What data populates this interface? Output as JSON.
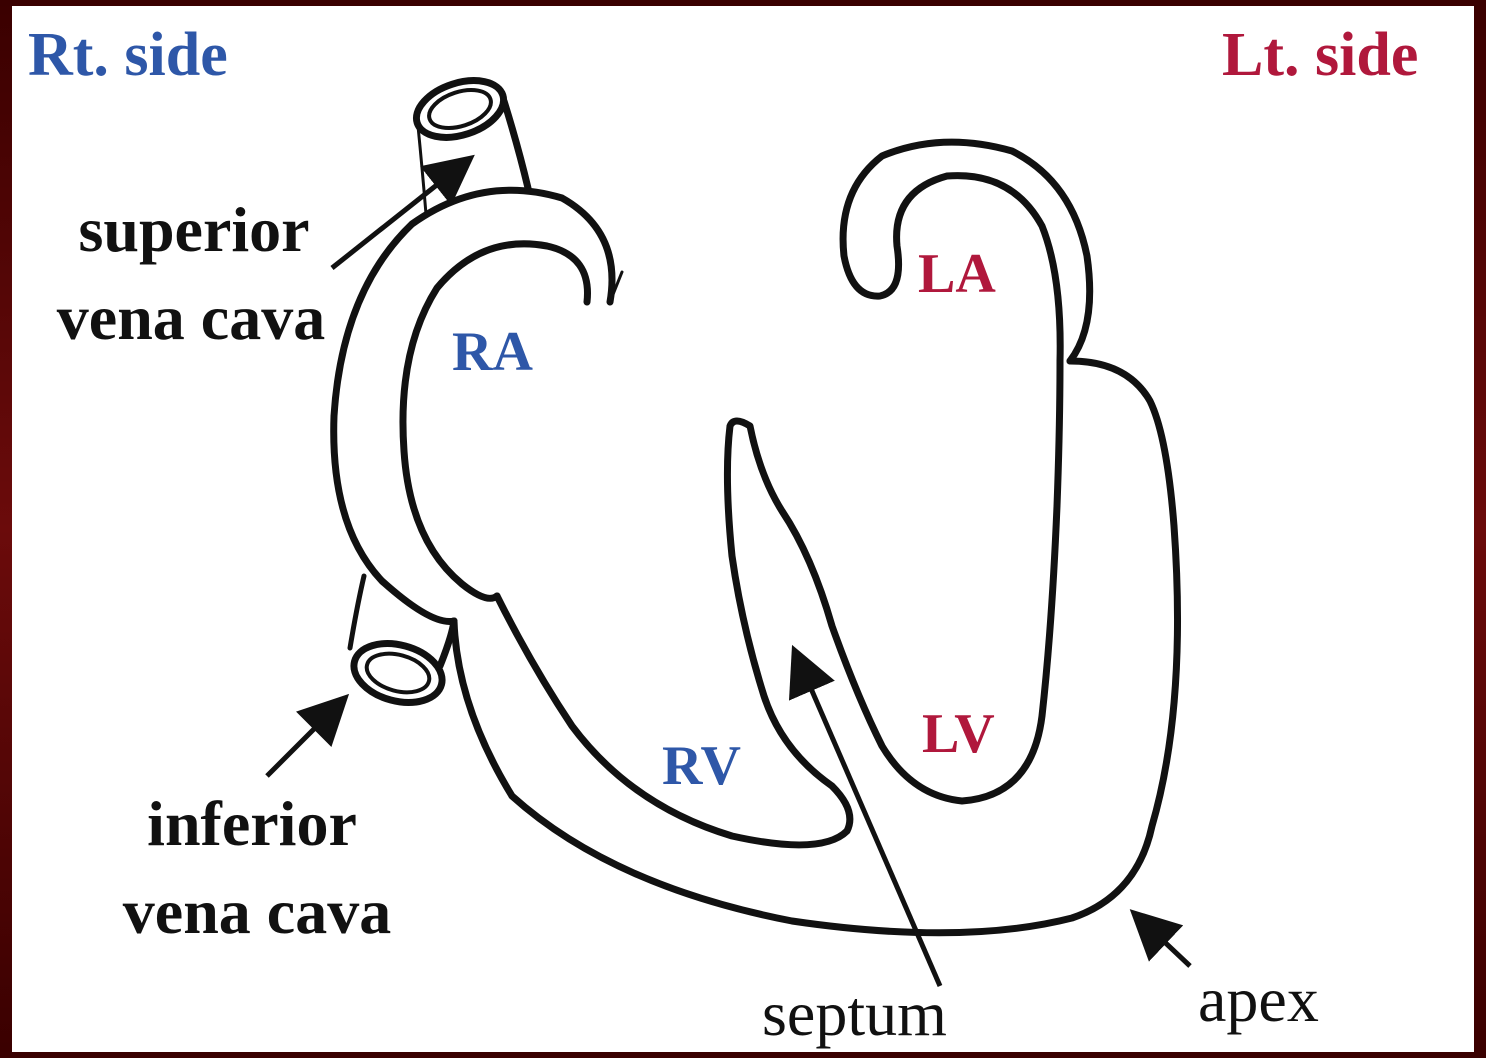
{
  "titles": {
    "right_side": "Rt. side",
    "left_side": "Lt. side"
  },
  "chambers": {
    "ra": "RA",
    "la": "LA",
    "rv": "RV",
    "lv": "LV"
  },
  "labels": {
    "superior_vena_cava_line1": "superior",
    "superior_vena_cava_line2": "vena cava",
    "inferior_vena_cava_line1": "inferior",
    "inferior_vena_cava_line2": "vena cava",
    "septum": "septum",
    "apex": "apex"
  },
  "colors": {
    "right_side": "#2e57a8",
    "left_side": "#b0183c",
    "ink": "#111111",
    "frame": "#5a0000"
  }
}
